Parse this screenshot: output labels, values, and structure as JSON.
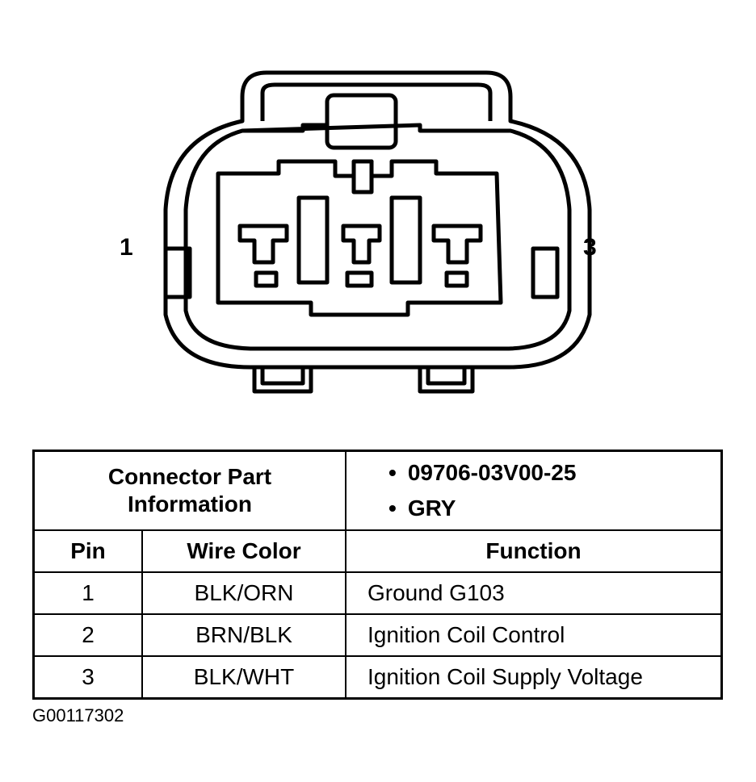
{
  "connector": {
    "left_pin_label": "1",
    "right_pin_label": "3"
  },
  "table": {
    "info_label_line1": "Connector Part",
    "info_label_line2": "Information",
    "info_items": [
      "09706-03V00-25",
      "GRY"
    ],
    "headers": {
      "pin": "Pin",
      "wire_color": "Wire Color",
      "function": "Function"
    },
    "rows": [
      {
        "pin": "1",
        "wire_color": "BLK/ORN",
        "function": "Ground G103"
      },
      {
        "pin": "2",
        "wire_color": "BRN/BLK",
        "function": "Ignition Coil Control"
      },
      {
        "pin": "3",
        "wire_color": "BLK/WHT",
        "function": "Ignition Coil Supply Voltage"
      }
    ]
  },
  "figure_id": "G00117302"
}
